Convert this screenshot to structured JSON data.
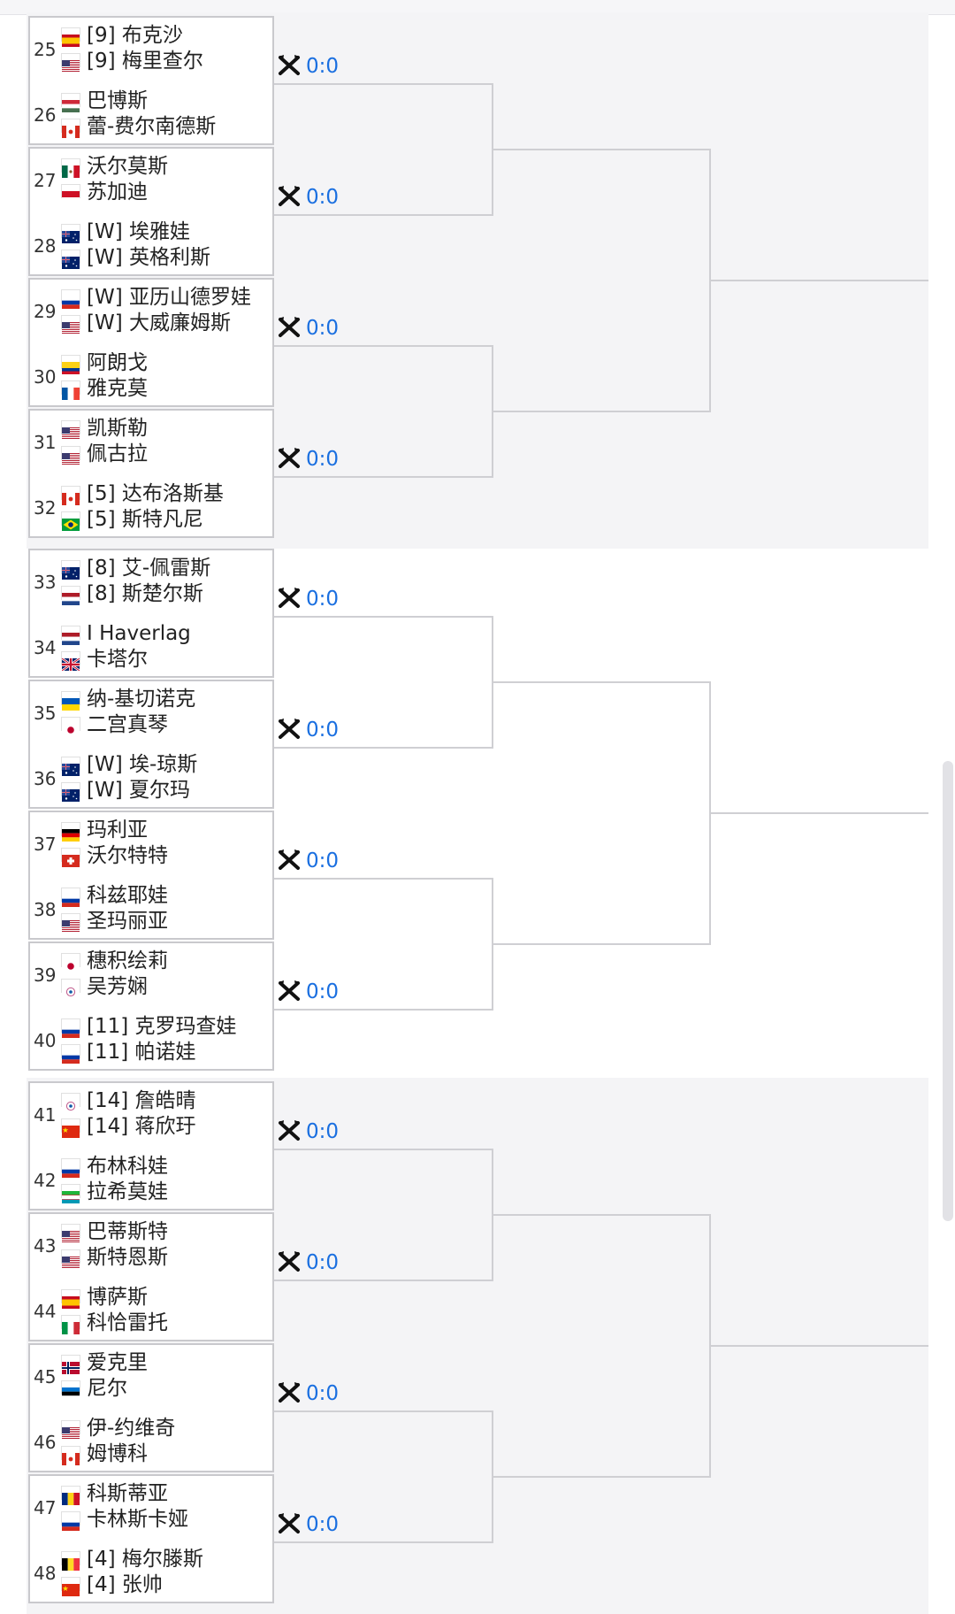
{
  "colors": {
    "score": "#1a6fe0",
    "line": "#cfcfd3",
    "band": "#f4f4f6"
  },
  "icons": {
    "vs": "crossed-rackets-icon"
  },
  "sections": [
    {
      "slots": [
        {
          "n": "25",
          "players": [
            {
              "flag": "es",
              "name": "[9] 布克沙"
            },
            {
              "flag": "us",
              "name": "[9] 梅里查尔"
            }
          ]
        },
        {
          "n": "26",
          "players": [
            {
              "flag": "hu",
              "name": "巴博斯"
            },
            {
              "flag": "ca",
              "name": "蕾-费尔南德斯"
            }
          ]
        },
        {
          "n": "27",
          "players": [
            {
              "flag": "mx",
              "name": "沃尔莫斯"
            },
            {
              "flag": "id",
              "name": "苏加迪"
            }
          ]
        },
        {
          "n": "28",
          "players": [
            {
              "flag": "au",
              "name": "[W] 埃雅娃"
            },
            {
              "flag": "au",
              "name": "[W] 英格利斯"
            }
          ]
        },
        {
          "n": "29",
          "players": [
            {
              "flag": "ru",
              "name": "[W] 亚历山德罗娃"
            },
            {
              "flag": "us",
              "name": "[W] 大威廉姆斯"
            }
          ]
        },
        {
          "n": "30",
          "players": [
            {
              "flag": "co",
              "name": "阿朗戈"
            },
            {
              "flag": "fr",
              "name": "雅克莫"
            }
          ]
        },
        {
          "n": "31",
          "players": [
            {
              "flag": "us",
              "name": "凯斯勒"
            },
            {
              "flag": "us",
              "name": "佩古拉"
            }
          ]
        },
        {
          "n": "32",
          "players": [
            {
              "flag": "ca",
              "name": "[5] 达布洛斯基"
            },
            {
              "flag": "br",
              "name": "[5] 斯特凡尼"
            }
          ]
        }
      ],
      "scores": [
        "0:0",
        "0:0",
        "0:0",
        "0:0"
      ]
    },
    {
      "slots": [
        {
          "n": "33",
          "players": [
            {
              "flag": "au",
              "name": "[8] 艾-佩雷斯"
            },
            {
              "flag": "nl",
              "name": "[8] 斯楚尔斯"
            }
          ]
        },
        {
          "n": "34",
          "players": [
            {
              "flag": "nl",
              "name": "I Haverlag"
            },
            {
              "flag": "gb",
              "name": "卡塔尔"
            }
          ]
        },
        {
          "n": "35",
          "players": [
            {
              "flag": "ua",
              "name": "纳-基切诺克"
            },
            {
              "flag": "jp",
              "name": "二宫真琴"
            }
          ]
        },
        {
          "n": "36",
          "players": [
            {
              "flag": "au",
              "name": "[W] 埃-琼斯"
            },
            {
              "flag": "au",
              "name": "[W] 夏尔玛"
            }
          ]
        },
        {
          "n": "37",
          "players": [
            {
              "flag": "de",
              "name": "玛利亚"
            },
            {
              "flag": "ch",
              "name": "沃尔特特"
            }
          ]
        },
        {
          "n": "38",
          "players": [
            {
              "flag": "ru",
              "name": "科兹耶娃"
            },
            {
              "flag": "us",
              "name": "圣玛丽亚"
            }
          ]
        },
        {
          "n": "39",
          "players": [
            {
              "flag": "jp",
              "name": "穗积绘莉"
            },
            {
              "flag": "tpe",
              "name": "吴芳娴"
            }
          ]
        },
        {
          "n": "40",
          "players": [
            {
              "flag": "ru",
              "name": "[11] 克罗玛查娃"
            },
            {
              "flag": "ru",
              "name": "[11] 帕诺娃"
            }
          ]
        }
      ],
      "scores": [
        "0:0",
        "0:0",
        "0:0",
        "0:0"
      ]
    },
    {
      "slots": [
        {
          "n": "41",
          "players": [
            {
              "flag": "tpe",
              "name": "[14] 詹皓晴"
            },
            {
              "flag": "cn",
              "name": "[14] 蒋欣玗"
            }
          ]
        },
        {
          "n": "42",
          "players": [
            {
              "flag": "ru",
              "name": "布林科娃"
            },
            {
              "flag": "uz",
              "name": "拉希莫娃"
            }
          ]
        },
        {
          "n": "43",
          "players": [
            {
              "flag": "us",
              "name": "巴蒂斯特"
            },
            {
              "flag": "us",
              "name": "斯特恩斯"
            }
          ]
        },
        {
          "n": "44",
          "players": [
            {
              "flag": "es",
              "name": "博萨斯"
            },
            {
              "flag": "it",
              "name": "科恰雷托"
            }
          ]
        },
        {
          "n": "45",
          "players": [
            {
              "flag": "no",
              "name": "爱克里"
            },
            {
              "flag": "ee",
              "name": "尼尔"
            }
          ]
        },
        {
          "n": "46",
          "players": [
            {
              "flag": "us",
              "name": "伊-约维奇"
            },
            {
              "flag": "ca",
              "name": "姆博科"
            }
          ]
        },
        {
          "n": "47",
          "players": [
            {
              "flag": "ro",
              "name": "科斯蒂亚"
            },
            {
              "flag": "ru",
              "name": "卡林斯卡娅"
            }
          ]
        },
        {
          "n": "48",
          "players": [
            {
              "flag": "be",
              "name": "[4] 梅尔滕斯"
            },
            {
              "flag": "cn",
              "name": "[4] 张帅"
            }
          ]
        }
      ],
      "scores": [
        "0:0",
        "0:0",
        "0:0",
        "0:0"
      ]
    }
  ]
}
